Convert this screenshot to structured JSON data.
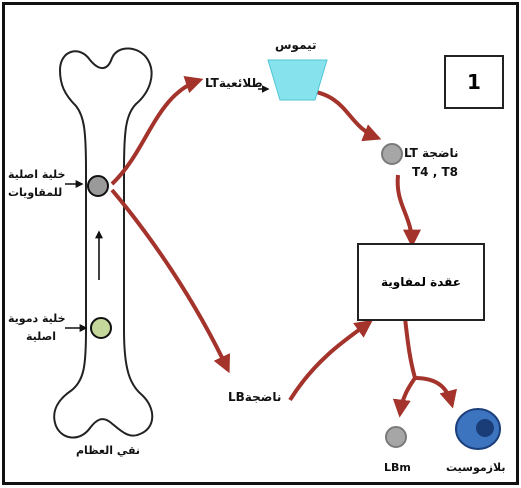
{
  "panel_number": "1",
  "labels": {
    "thymus": "تيموس",
    "lt_precursor": "LTطلائعية",
    "lt_mature": "LT  ناضجة",
    "t4_t8": "T4 , T8",
    "stem_cell_immune_line1": "خلية اصلية",
    "stem_cell_immune_line2": "للمقاويات",
    "stem_cell_blood_line1": "خلية دموية",
    "stem_cell_blood_line2": "اصلية",
    "lb_mature": "LBناضجة",
    "lymph_node": "عقدة لمفاوية",
    "bone_marrow": "نقي العظام",
    "lbm": "LBm",
    "plasmocyte": "بلازموسيت"
  },
  "colors": {
    "arrow": "#a3332b",
    "thymus_fill": "#86e3ee",
    "stem_cell_immune": "#9a9a9a",
    "stem_cell_blood": "#c5d79a",
    "lbm_cell": "#a6a6a6",
    "plasmocyte_outer": "#3d74c0",
    "plasmocyte_nucleus": "#1a3d78"
  }
}
